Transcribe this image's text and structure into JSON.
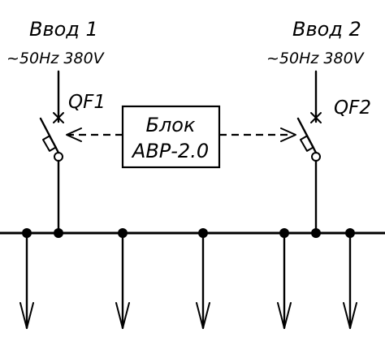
{
  "inputs": [
    {
      "title": "Ввод 1",
      "spec": "~50Hz 380V",
      "breaker": "QF1"
    },
    {
      "title": "Ввод 2",
      "spec": "~50Hz 380V",
      "breaker": "QF2"
    }
  ],
  "block": {
    "line1": "Блок",
    "line2": "АВР-2.0"
  },
  "colors": {
    "ink": "#000000",
    "background": "#ffffff"
  }
}
